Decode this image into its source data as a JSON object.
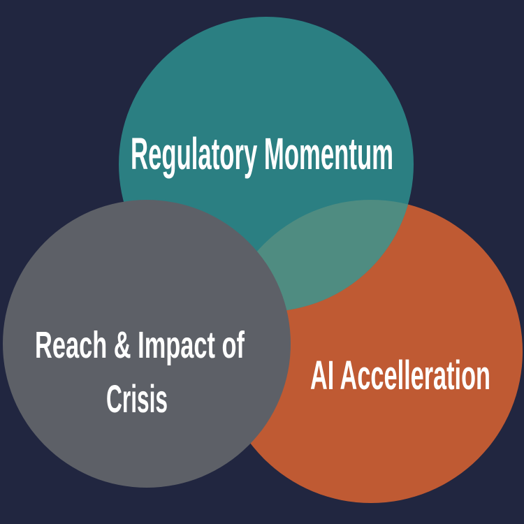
{
  "diagram": {
    "type": "venn",
    "background_color": "#212640",
    "text_color": "#FFFFFF",
    "overlap_color": "#4F8C81",
    "circles": [
      {
        "id": "regulatory-momentum",
        "label": "Regulatory Momentum",
        "color": "#2B7F82",
        "position": "top-center"
      },
      {
        "id": "reach-impact-crisis",
        "label": "Reach & Impact of Crisis",
        "label_line1": "Reach & Impact of",
        "label_line2": "Crisis",
        "color": "#5D6067",
        "position": "bottom-left"
      },
      {
        "id": "ai-accelleration",
        "label": "AI Accelleration",
        "color": "#BF5A33",
        "position": "bottom-right"
      }
    ],
    "overlaps": [
      {
        "between": [
          "regulatory-momentum",
          "ai-accelleration"
        ],
        "color": "#4F8C81"
      }
    ]
  }
}
